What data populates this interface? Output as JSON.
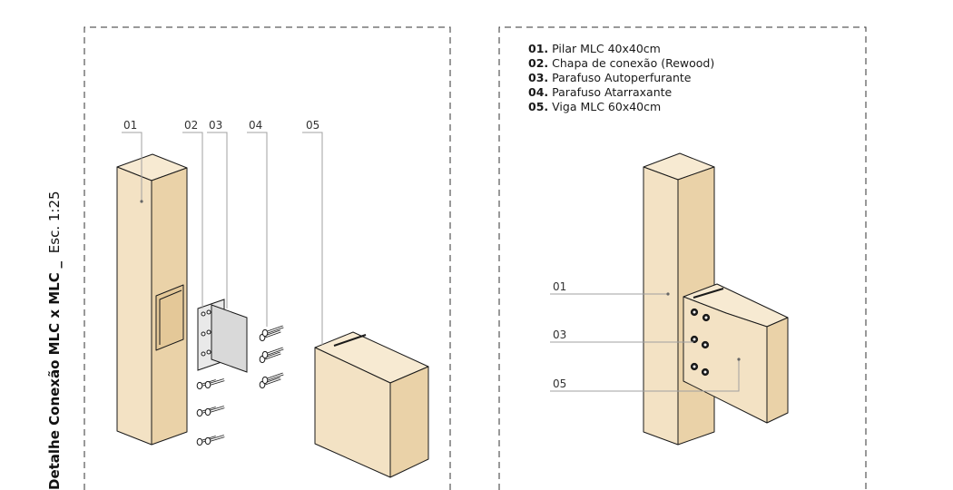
{
  "title": {
    "main": "Detalhe Conexão MLC x MLC",
    "separator": "_",
    "scale": "Esc. 1:25"
  },
  "legend": [
    {
      "num": "01.",
      "text": "Pilar MLC 40x40cm"
    },
    {
      "num": "02.",
      "text": "Chapa de conexão (Rewood)"
    },
    {
      "num": "03.",
      "text": "Parafuso Autoperfurante"
    },
    {
      "num": "04.",
      "text": "Parafuso Atarraxante"
    },
    {
      "num": "05.",
      "text": "Viga MLC 60x40cm"
    }
  ],
  "exploded_labels": [
    "01",
    "02",
    "03",
    "04",
    "05"
  ],
  "assembled_labels": [
    "01",
    "03",
    "05"
  ],
  "colors": {
    "wood_front": "#f3e2c4",
    "wood_side": "#ead2a8",
    "wood_top": "#f7ead2",
    "plate": "#e3e3e3",
    "line": "#1a1a1a",
    "leader": "#9a9a9a"
  }
}
